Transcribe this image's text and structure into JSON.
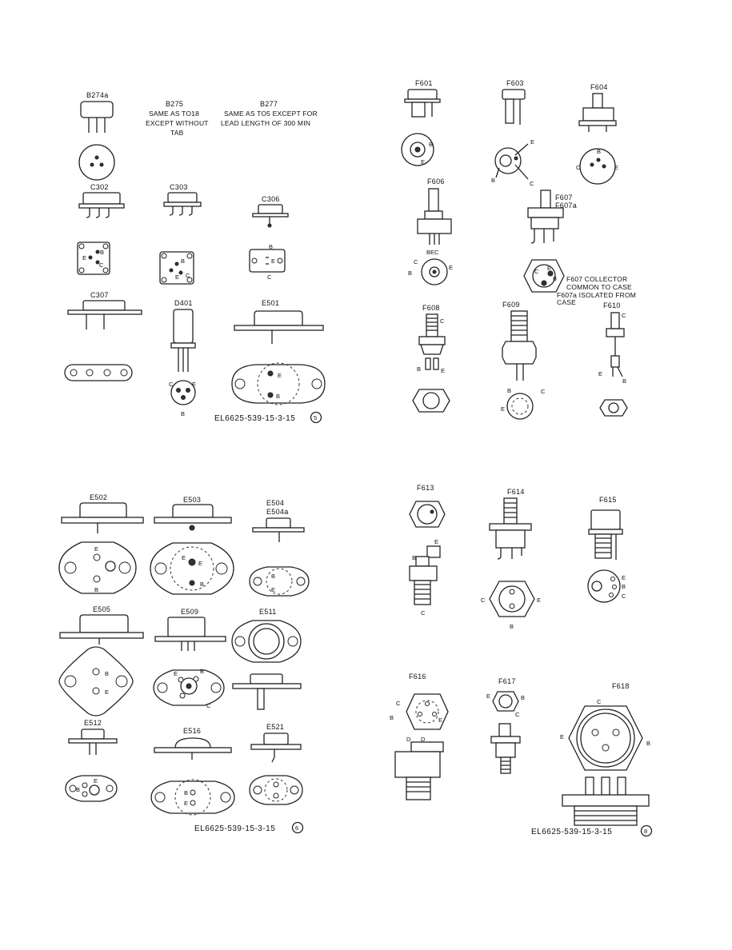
{
  "panels": {
    "a": {
      "labels": [
        "B274a",
        "B275",
        "B277",
        "C302",
        "C303",
        "C306",
        "C307",
        "D401",
        "E501"
      ],
      "b275_note": [
        "SAME AS TO18",
        "EXCEPT WITHOUT",
        "TAB"
      ],
      "b277_note": [
        "SAME AS TO5 EXCEPT FOR",
        "LEAD LENGTH OF 300 MIN"
      ],
      "figure_id": "EL6625-539-15-3-15",
      "figure_num": "5"
    },
    "b": {
      "labels": [
        "F601",
        "F603",
        "F604",
        "F606",
        "F607",
        "F607a",
        "F608",
        "F609",
        "F610"
      ],
      "f607_note": [
        "F607 COLLECTOR",
        "COMMON TO CASE",
        "F607a ISOLATED FROM",
        "CASE"
      ]
    },
    "c": {
      "labels": [
        "E502",
        "E503",
        "E504",
        "E504a",
        "E505",
        "E509",
        "E511",
        "E512",
        "E516",
        "E521"
      ],
      "figure_id": "EL6625-539-15-3-15",
      "figure_num": "6"
    },
    "d": {
      "labels": [
        "F613",
        "F614",
        "F615",
        "F616",
        "F617",
        "F618"
      ],
      "figure_id": "EL6625-539-15-3-15",
      "figure_num": "8"
    },
    "pins": {
      "e": "E",
      "b": "B",
      "c": "C",
      "bec": "BEC",
      "d": "D"
    }
  }
}
